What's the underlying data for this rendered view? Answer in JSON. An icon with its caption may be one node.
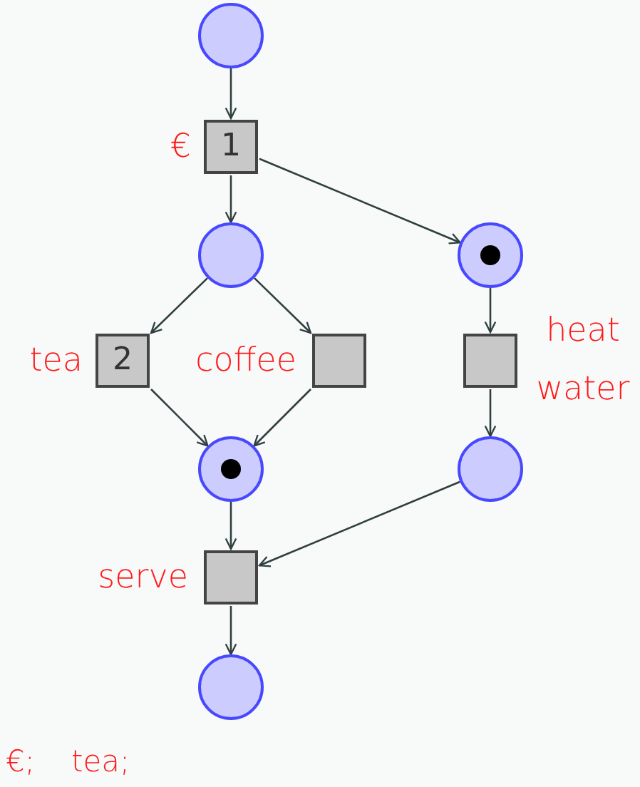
{
  "diagram": {
    "nodes": [
      {
        "text": [],
        "shape": "circle"
      },
      {
        "text": [
          "1"
        ],
        "beside": [
          "€"
        ]
      },
      {
        "text": [],
        "shape": "circle"
      },
      {
        "text": [],
        "shape": "circle"
      },
      {
        "text": [],
        "shape": "dot",
        "in": 3
      },
      {
        "text": [
          "2"
        ],
        "beside": [
          "tea"
        ]
      },
      {
        "text": [],
        "shape": "box",
        "beside": [
          "coffee"
        ]
      },
      {
        "text": [],
        "shape": "box",
        "beside": [
          "heat water"
        ]
      },
      {
        "text": [],
        "shape": "circle"
      },
      {
        "text": [],
        "shape": "dot",
        "in": 8
      },
      {
        "text": [],
        "shape": "circle"
      },
      {
        "text": [],
        "shape": "box",
        "beside": [
          "serve"
        ]
      },
      {
        "text": [],
        "shape": "circle"
      }
    ],
    "edges": [
      {
        "from": 0,
        "to": 1,
        "arrow": "to"
      },
      {
        "from": 1,
        "to": 2,
        "arrow": "to"
      },
      {
        "from": 1,
        "to": 3,
        "arrow": "to"
      },
      {
        "from": 2,
        "to": 5,
        "arrow": "to"
      },
      {
        "from": 2,
        "to": 6,
        "arrow": "to"
      },
      {
        "from": 3,
        "to": 7,
        "arrow": "to"
      },
      {
        "from": 5,
        "to": 8,
        "arrow": "to"
      },
      {
        "from": 6,
        "to": 8,
        "arrow": "to"
      },
      {
        "from": 7,
        "to": 10,
        "arrow": "to"
      },
      {
        "from": 8,
        "to": 11,
        "arrow": "to"
      },
      {
        "from": 10,
        "to": 11,
        "arrow": "to"
      },
      {
        "from": 11,
        "to": 12,
        "arrow": "to"
      }
    ],
    "labels": [
      "€;",
      "tea;"
    ]
  }
}
